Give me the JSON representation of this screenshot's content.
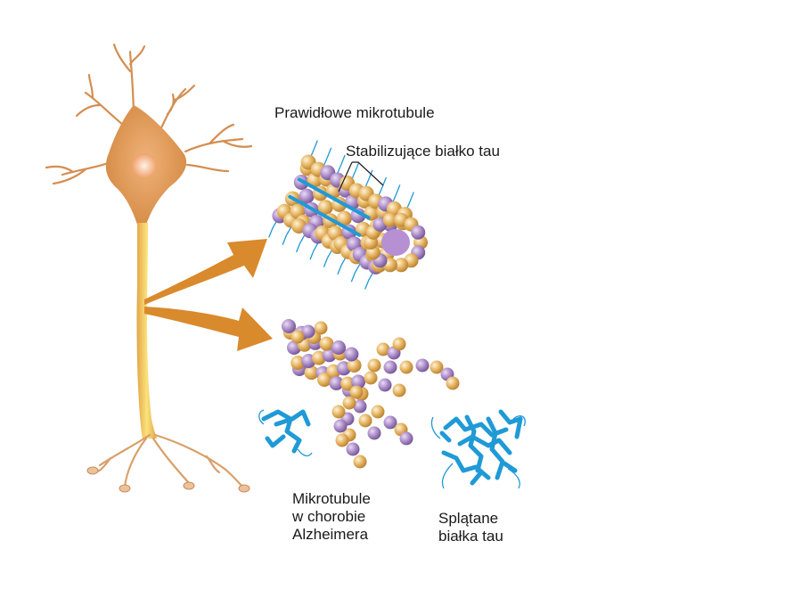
{
  "labels": {
    "normal_microtubules": "Prawidłowe mikrotubule",
    "stabilizing_tau": "Stabilizujące białko tau",
    "alz_line1": "Mikrotubule",
    "alz_line2": "w chorobie",
    "alz_line3": "Alzheimera",
    "tangled_line1": "Splątane",
    "tangled_line2": "białka tau"
  },
  "colors": {
    "neuron": "#d9955c",
    "neuron_dark": "#c27a3e",
    "nucleus": "#fbd6bb",
    "axon": "#f2cf3a",
    "arrow": "#d98a2c",
    "tubulin_gold": "#e4b25f",
    "tubulin_purple": "#a98ac6",
    "tau_blue": "#1f9ad6"
  }
}
